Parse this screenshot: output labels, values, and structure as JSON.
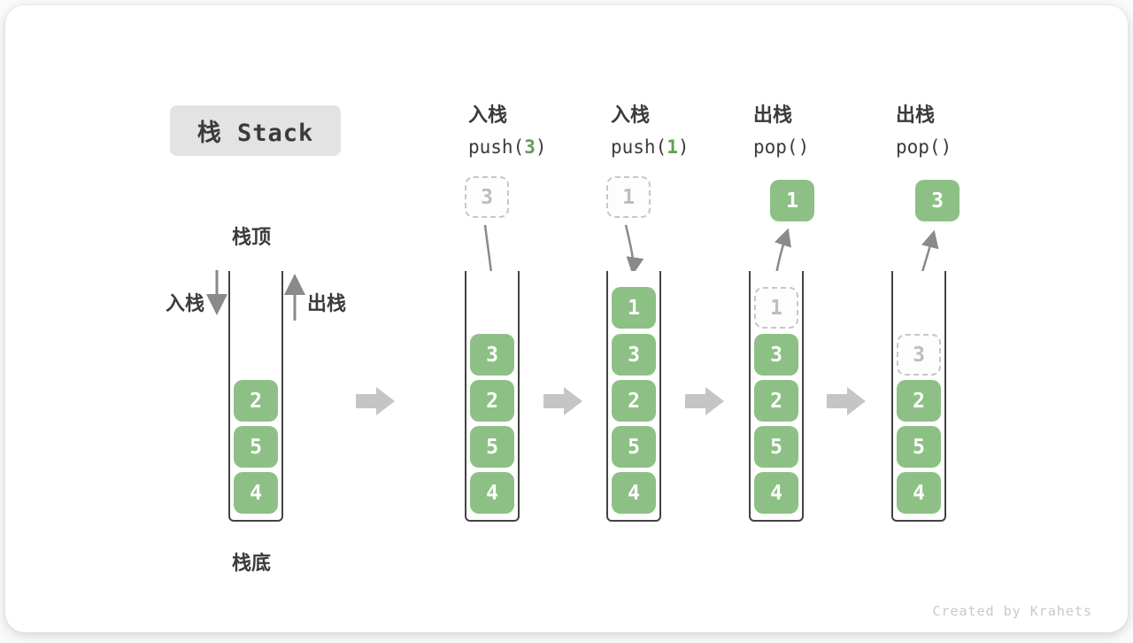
{
  "title": "栈 Stack",
  "watermark": "Created by Krahets",
  "stack_labels": {
    "top": "栈顶",
    "bottom": "栈底",
    "push_side": "入栈",
    "pop_side": "出栈"
  },
  "colors": {
    "item_green": "#8cc084",
    "code_arg_green": "#5fa052",
    "block_arrow_gray": "#c5c5c5",
    "curve_arrow_gray": "#8a8a8a",
    "ghost_gray": "#c7c7c7",
    "text_dark": "#3b3b3b",
    "title_box_bg": "#e3e3e3"
  },
  "stages": [
    {
      "items": [
        "2",
        "5",
        "4"
      ]
    },
    {
      "op": {
        "label": "入栈",
        "pre": "push(",
        "arg": "3",
        "post": ")"
      },
      "incoming": "3",
      "items": [
        "3",
        "2",
        "5",
        "4"
      ]
    },
    {
      "op": {
        "label": "入栈",
        "pre": "push(",
        "arg": "1",
        "post": ")"
      },
      "incoming": "1",
      "items": [
        "1",
        "3",
        "2",
        "5",
        "4"
      ]
    },
    {
      "op": {
        "label": "出栈",
        "pre": "pop()",
        "arg": "",
        "post": ""
      },
      "popped": "1",
      "ghost": "1",
      "items": [
        "3",
        "2",
        "5",
        "4"
      ]
    },
    {
      "op": {
        "label": "出栈",
        "pre": "pop()",
        "arg": "",
        "post": ""
      },
      "popped": "3",
      "ghost": "3",
      "items": [
        "2",
        "5",
        "4"
      ]
    }
  ]
}
